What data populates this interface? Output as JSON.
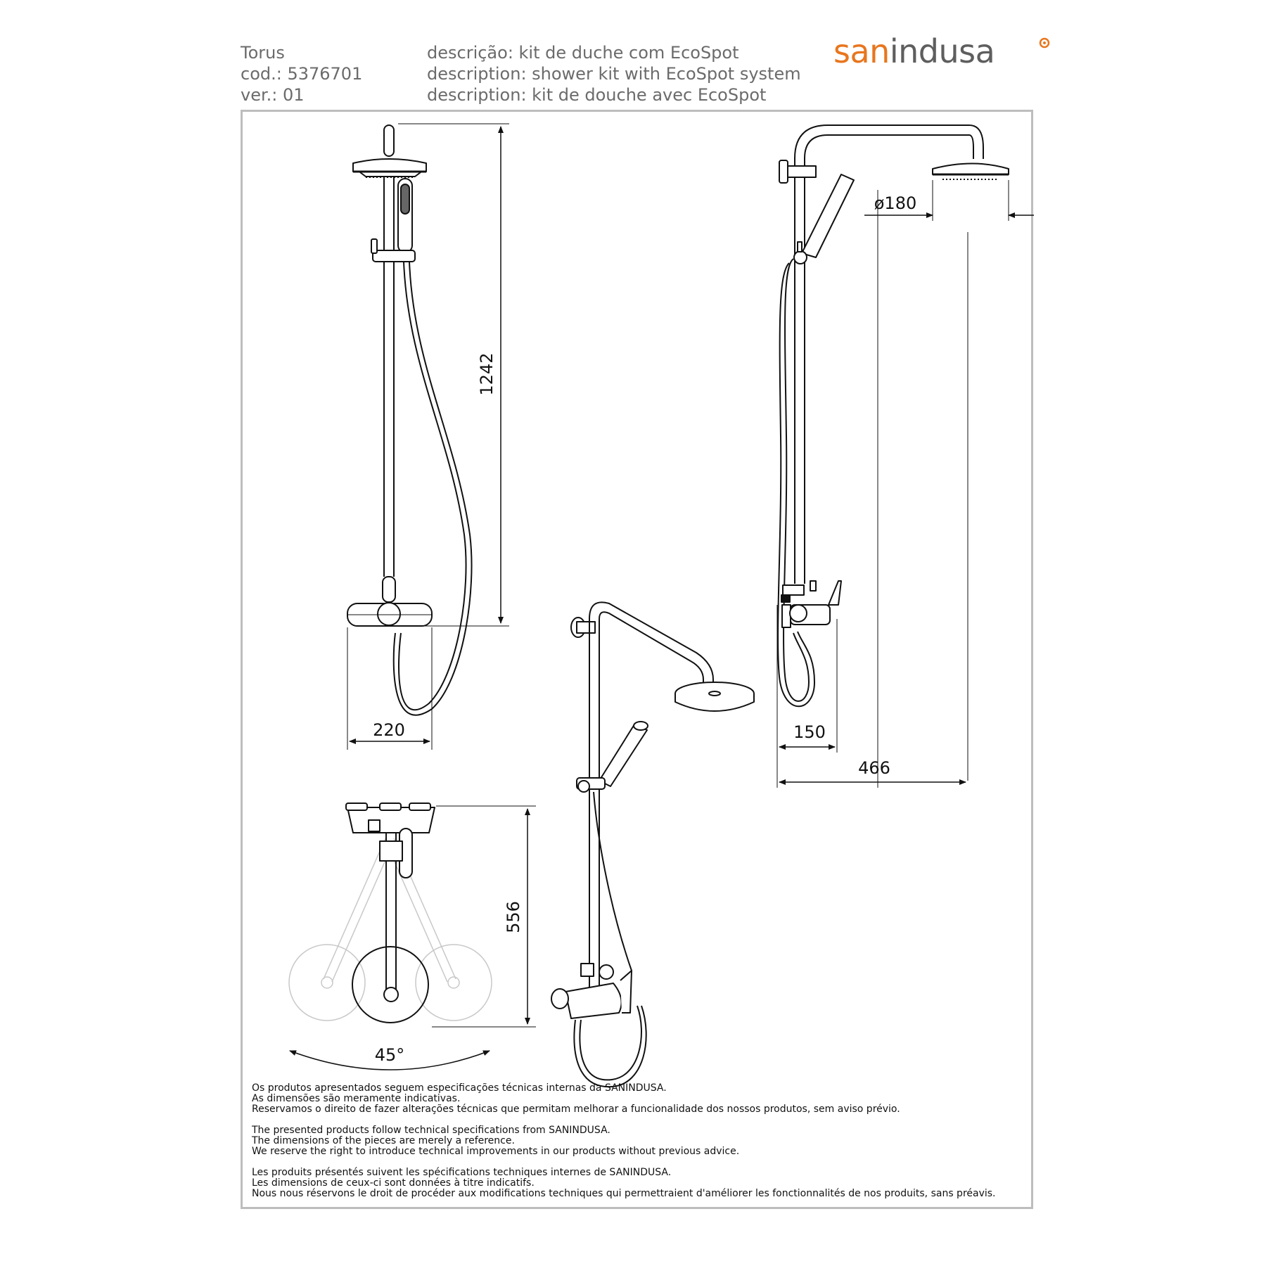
{
  "header": {
    "product_name": "Torus",
    "code": "cod.: 5376701",
    "version": "ver.: 01",
    "desc_pt": "descrição: kit de duche com EcoSpot",
    "desc_en": "description: shower kit with EcoSpot system",
    "desc_fr": "description: kit de douche avec EcoSpot"
  },
  "logo": {
    "part1": "san",
    "part2": "indusa",
    "accent_color": "#e8761e",
    "text_color": "#5e5e5e"
  },
  "dimensions": {
    "front_height": "1242",
    "front_width": "220",
    "head_diameter": "ø180",
    "side_wall_offset": "150",
    "side_projection": "466",
    "top_depth": "556",
    "rotation": "45°"
  },
  "notes": {
    "pt": [
      "Os produtos apresentados seguem especificações técnicas internas da SANINDUSA.",
      "As dimensões são meramente indicativas.",
      "Reservamos o direito de fazer alterações técnicas que permitam melhorar a funcionalidade dos nossos produtos, sem aviso prévio."
    ],
    "en": [
      "The presented products follow technical specifications from SANINDUSA.",
      "The dimensions of the pieces are merely a reference.",
      "We reserve the right to introduce technical improvements in our products without previous advice."
    ],
    "fr": [
      "Les produits présentés suivent les spécifications techniques internes de SANINDUSA.",
      "Les dimensions de ceux-ci sont données à titre indicatifs.",
      "Nous nous réservons le droit de procéder aux modifications techniques qui permettraient d'améliorer les fonctionnalités de nos produits, sans préavis."
    ]
  }
}
